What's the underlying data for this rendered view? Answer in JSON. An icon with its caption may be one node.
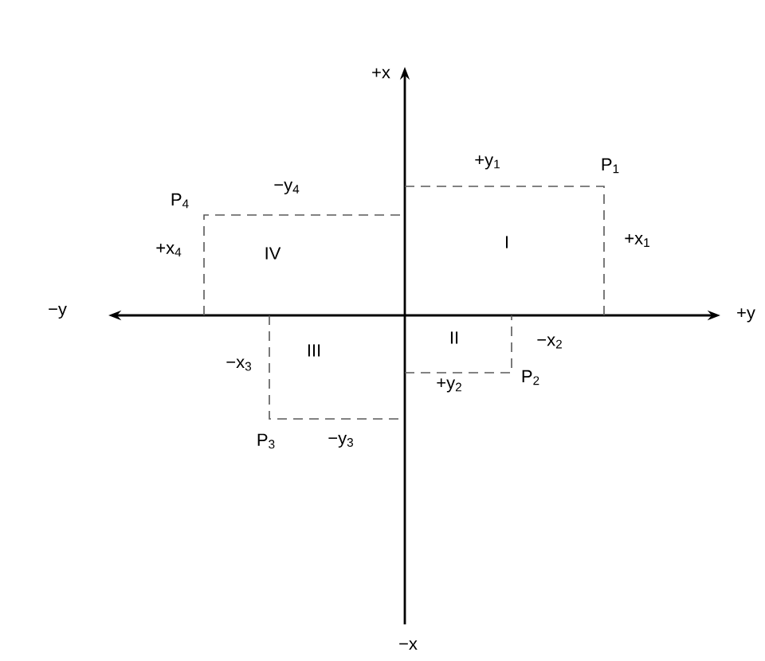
{
  "diagram": {
    "labels": [
      "+x",
      "+y$_{1}$",
      "P$_{1}$",
      "P$_{4}$",
      "−y$_{4}$",
      "+x$_{4}$",
      "IV",
      "I",
      "+x$_{1}$",
      "−y",
      "+y",
      "II",
      "−x$_{2}$",
      "III",
      "−x$_{3}$",
      "P$_{2}$",
      "+y$_{2}$",
      "P$_{3}$",
      "−y$_{3}$",
      "−x"
    ]
  }
}
